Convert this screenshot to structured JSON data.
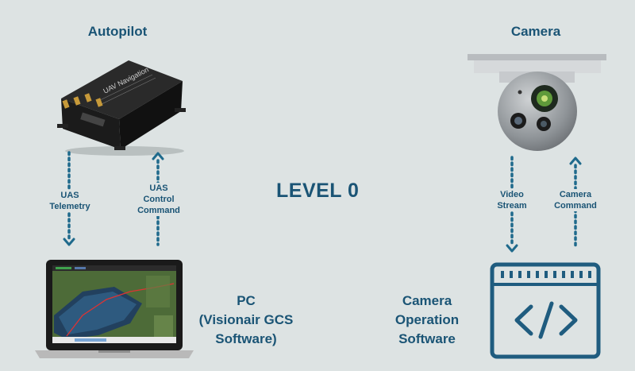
{
  "autopilot": {
    "title": "Autopilot",
    "device_label": "UAV Navigation"
  },
  "camera": {
    "title": "Camera"
  },
  "center": {
    "level": "LEVEL 0"
  },
  "arrows": {
    "uas_telemetry": [
      "UAS",
      "Telemetry"
    ],
    "uas_control_command": [
      "UAS",
      "Control",
      "Command"
    ],
    "video_stream": [
      "Video",
      "Stream"
    ],
    "camera_command": [
      "Camera",
      "Command"
    ]
  },
  "pc": {
    "lines": [
      "PC",
      "(Visionair GCS",
      "Software)"
    ]
  },
  "camera_software": {
    "lines": [
      "Camera",
      "Operation",
      "Software"
    ]
  },
  "colors": {
    "accent": "#1a5475",
    "arrow": "#1f6a8c",
    "background": "#dde3e3"
  }
}
